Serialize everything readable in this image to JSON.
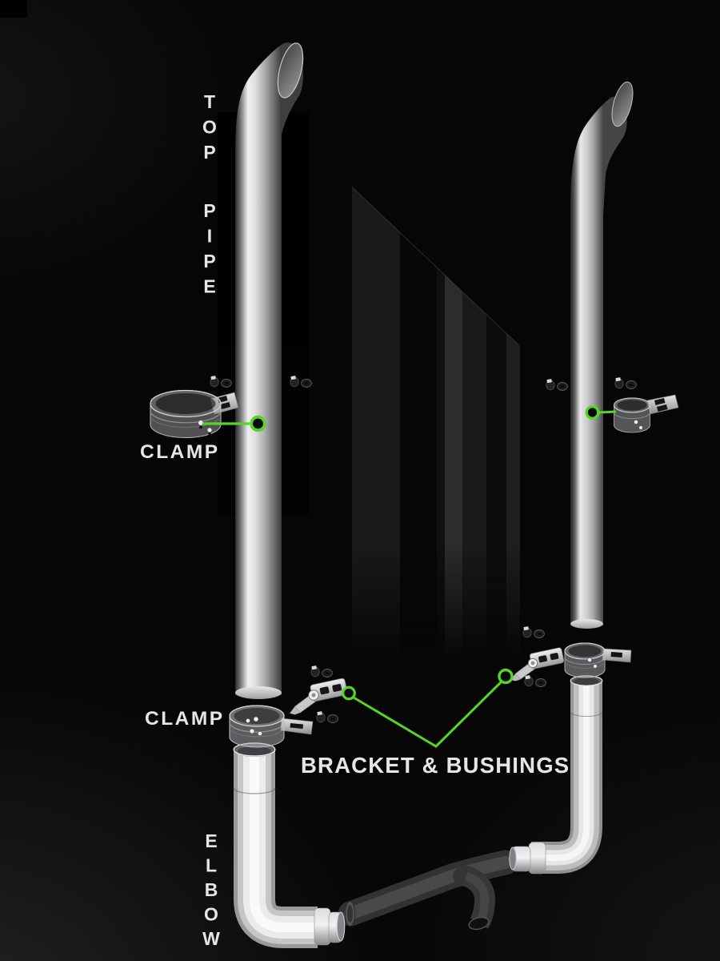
{
  "scene": {
    "background_color": "#060607",
    "accent_color": "#56d428",
    "text_color": "#e6e6e6",
    "chrome_pipe_color": "#d7d7d9",
    "dark_pipe_color": "#3a3a3c",
    "shield_panel_color": "#161618"
  },
  "labels": {
    "top_pipe": "TOP PIPE",
    "clamp_upper": "CLAMP",
    "clamp_lower": "CLAMP",
    "bracket_bushings": "BRACKET & BUSHINGS",
    "elbow": "ELBOW"
  },
  "components": [
    "top-pipe-left",
    "top-pipe-right",
    "clamp-upper-left",
    "clamp-upper-right",
    "clamp-lower-left",
    "clamp-lower-right",
    "bracket-left",
    "bracket-right",
    "bushing-hardware-sets",
    "elbow-left",
    "elbow-right",
    "y-pipe",
    "cab-shield-panel"
  ]
}
